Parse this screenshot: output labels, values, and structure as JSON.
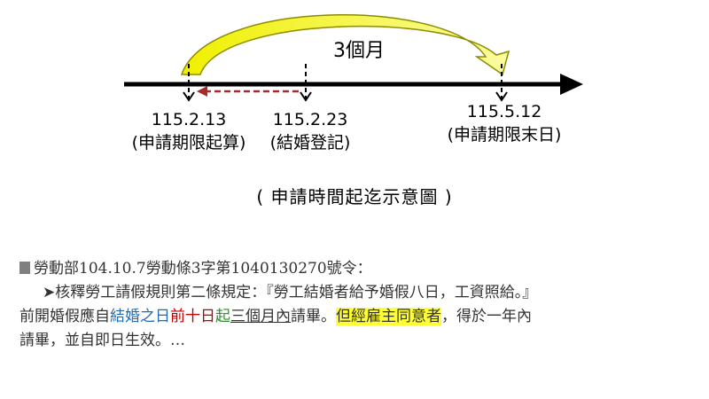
{
  "diagram": {
    "arc_label": "3個月",
    "dates": [
      {
        "date": "115.2.13",
        "note": "(申請期限起算)"
      },
      {
        "date": "115.2.23",
        "note": "(結婚登記)"
      },
      {
        "date": "115.5.12",
        "note": "(申請期限末日)"
      }
    ],
    "caption": "( 申請時間起迄示意圖 )",
    "colors": {
      "arc_fill": "#e6e600",
      "arc_stroke": "#8c8c00",
      "back_arrow": "#a52a2a",
      "axis": "#000000"
    }
  },
  "legal_text": {
    "reference": "勞動部104.10.7勞動條3字第1040130270號令：",
    "line2_prefix": "➤核釋勞工請假規則第二條規定：『勞工結婚者給予婚假八日，工資照給。』",
    "line3_part1": "前開婚假應自",
    "line3_blue": "結婚之日",
    "line3_red": "前十日",
    "line3_green": "起",
    "line3_underline": "三個月內",
    "line3_part2": "請畢。",
    "line3_highlight": "但經雇主同意者",
    "line3_part3": "，得於一年內",
    "line4": "請畢，並自即日生效。…"
  }
}
